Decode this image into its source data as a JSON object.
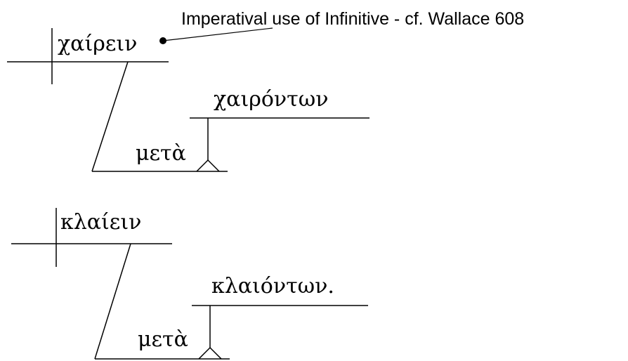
{
  "diagram": {
    "annotation": "Imperatival use of Infinitive - cf. Wallace 608",
    "clause1": {
      "verb": "χαίρειν",
      "preposition": "μετὰ",
      "object": "χαιρόντων"
    },
    "clause2": {
      "verb": "κλαίειν",
      "preposition": "μετὰ",
      "object": "κλαιόντων."
    }
  },
  "colors": {
    "ink": "#000000",
    "background": "#ffffff"
  }
}
